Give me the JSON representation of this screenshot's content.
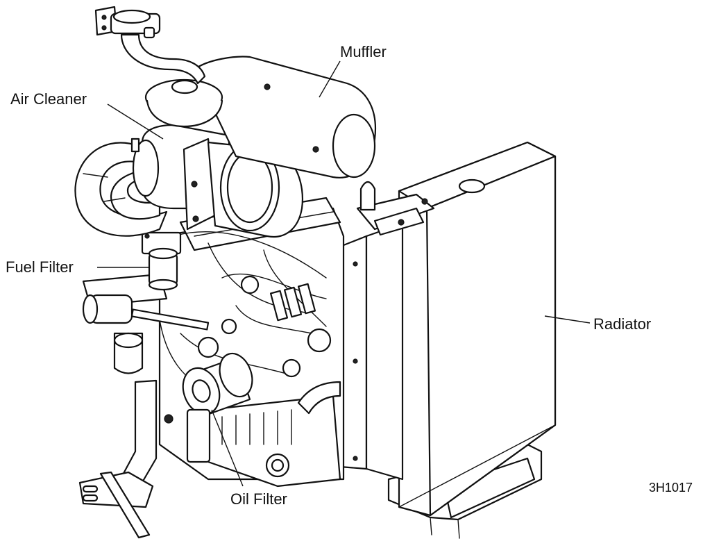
{
  "labels": {
    "muffler": "Muffler",
    "air_cleaner": "Air Cleaner",
    "fuel_filter": "Fuel Filter",
    "radiator": "Radiator",
    "oil_filter": "Oil Filter",
    "figure_code": "3H1017"
  }
}
